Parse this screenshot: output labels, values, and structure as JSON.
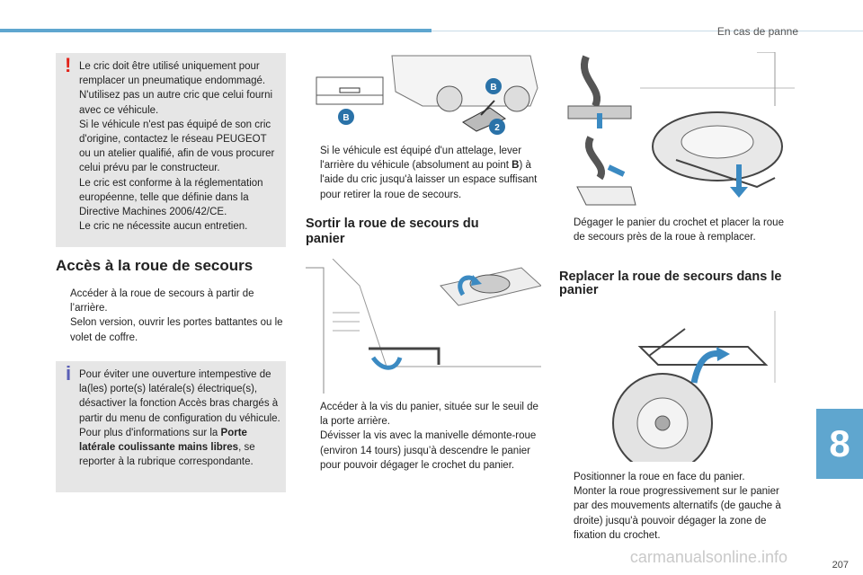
{
  "header": {
    "section_title": "En cas de panne"
  },
  "chapter": {
    "number": "8"
  },
  "footer": {
    "page_number": "207",
    "watermark": "carmanualsonline.info"
  },
  "warning_box": {
    "lines": [
      "Le cric doit être utilisé uniquement pour",
      "remplacer un pneumatique endommagé.",
      "N'utilisez pas un autre cric que celui fourni",
      "avec ce véhicule.",
      "Si le véhicule n'est pas équipé de son cric",
      "d'origine, contactez le réseau PEUGEOT",
      "ou un atelier qualifié, afin de vous procurer",
      "celui prévu par le constructeur.",
      "Le cric est conforme à la réglementation",
      "européenne, telle que définie dans la",
      "Directive Machines 2006/42/CE.",
      "Le cric ne nécessite aucun entretien."
    ]
  },
  "access": {
    "title": "Accès à la roue de secours",
    "steps": [
      "Accéder à la roue de secours à partir de l’arrière.",
      "Selon version, ouvrir les portes battantes ou le volet de coffre."
    ]
  },
  "info_box": {
    "text_1": "Pour éviter une ouverture intempestive de la(les) porte(s) latérale(s) électrique(s), désactiver la fonction Accès bras chargés à partir du menu de configuration du véhicule.",
    "text_2a": "Pour plus d'informations sur la ",
    "text_2b": "Porte latérale coulissante mains libres",
    "text_2c": ", se reporter à la rubrique correspondante."
  },
  "figure_1": {
    "label_b": "B",
    "label_2": "2"
  },
  "hitch": {
    "text_a": "Si le véhicule est équipé d'un attelage, lever l'arrière du véhicule (absolument au point ",
    "text_b": "B",
    "text_c": ") à l'aide du cric jusqu'à laisser un espace suffisant pour retirer la roue de secours."
  },
  "remove": {
    "title": "Sortir la roue de secours du panier",
    "steps": [
      "Accéder à la vis du panier, située sur le seuil de la porte arrière.",
      "Dévisser la vis avec la manivelle démonte-roue (environ 14 tours) jusqu’à descendre le panier pour pouvoir dégager le crochet du panier."
    ]
  },
  "unhook": {
    "steps": [
      "Dégager le panier du crochet et placer la roue de secours près de la roue à remplacer."
    ]
  },
  "replace": {
    "title": "Replacer la roue de secours dans le panier",
    "steps": [
      "Positionner la roue en face du panier.",
      "Monter la roue progressivement sur le panier par des mouvements alternatifs (de gauche à droite) jusqu'à pouvoir dégager la zone de fixation du crochet."
    ]
  },
  "symbols": {
    "bullet": "",
    "warning": "!",
    "info": "i"
  },
  "colors": {
    "accent": "#5fa6cf",
    "warning": "#e2231a",
    "info": "#5a5fb6",
    "box_bg": "#e6e6e6"
  }
}
